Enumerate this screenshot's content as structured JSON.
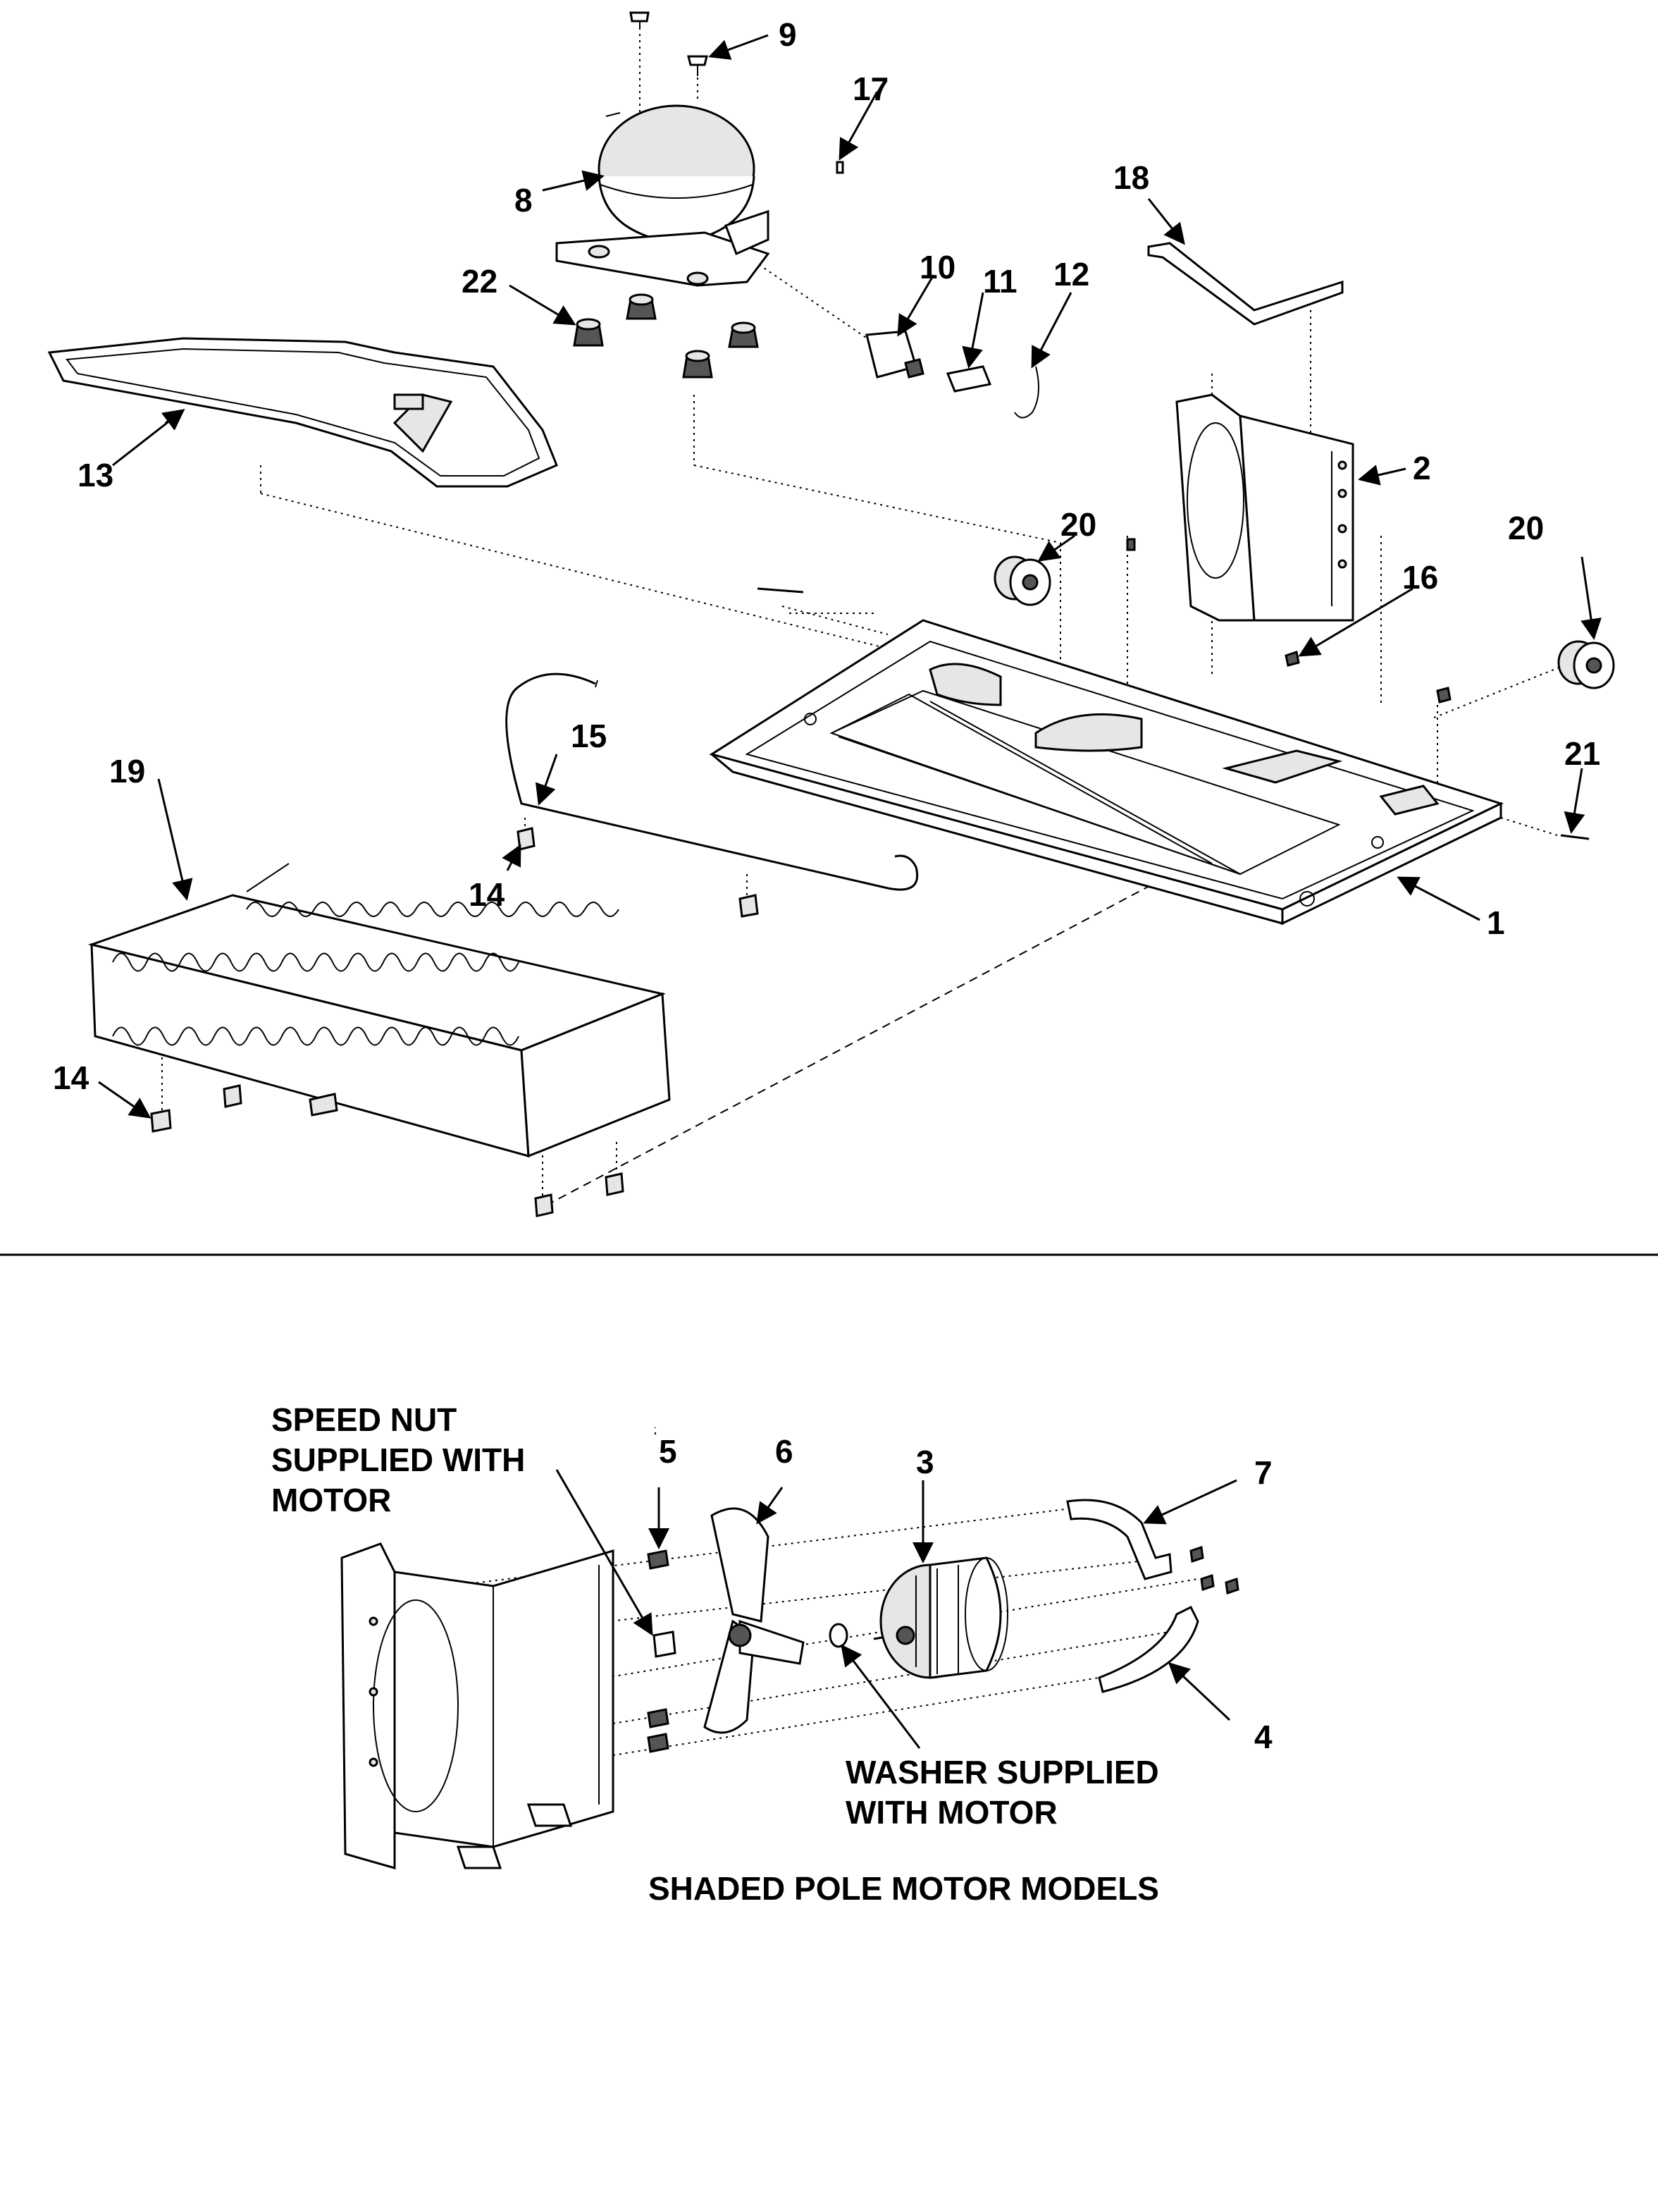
{
  "callouts": {
    "c1": "1",
    "c2": "2",
    "c3": "3",
    "c4": "4",
    "c5": "5",
    "c6": "6",
    "c7": "7",
    "c8": "8",
    "c9": "9",
    "c10": "10",
    "c11": "11",
    "c12": "12",
    "c13": "13",
    "c14a": "14",
    "c14b": "14",
    "c15": "15",
    "c16": "16",
    "c17": "17",
    "c18": "18",
    "c19": "19",
    "c20a": "20",
    "c20b": "20",
    "c21": "21",
    "c22": "22"
  },
  "notes": {
    "speed_nut_line1": "SPEED NUT",
    "speed_nut_line2": "SUPPLIED WITH",
    "speed_nut_line3": "MOTOR",
    "washer_line1": "WASHER SUPPLIED",
    "washer_line2": "WITH MOTOR",
    "section_caption": "SHADED POLE MOTOR MODELS"
  }
}
